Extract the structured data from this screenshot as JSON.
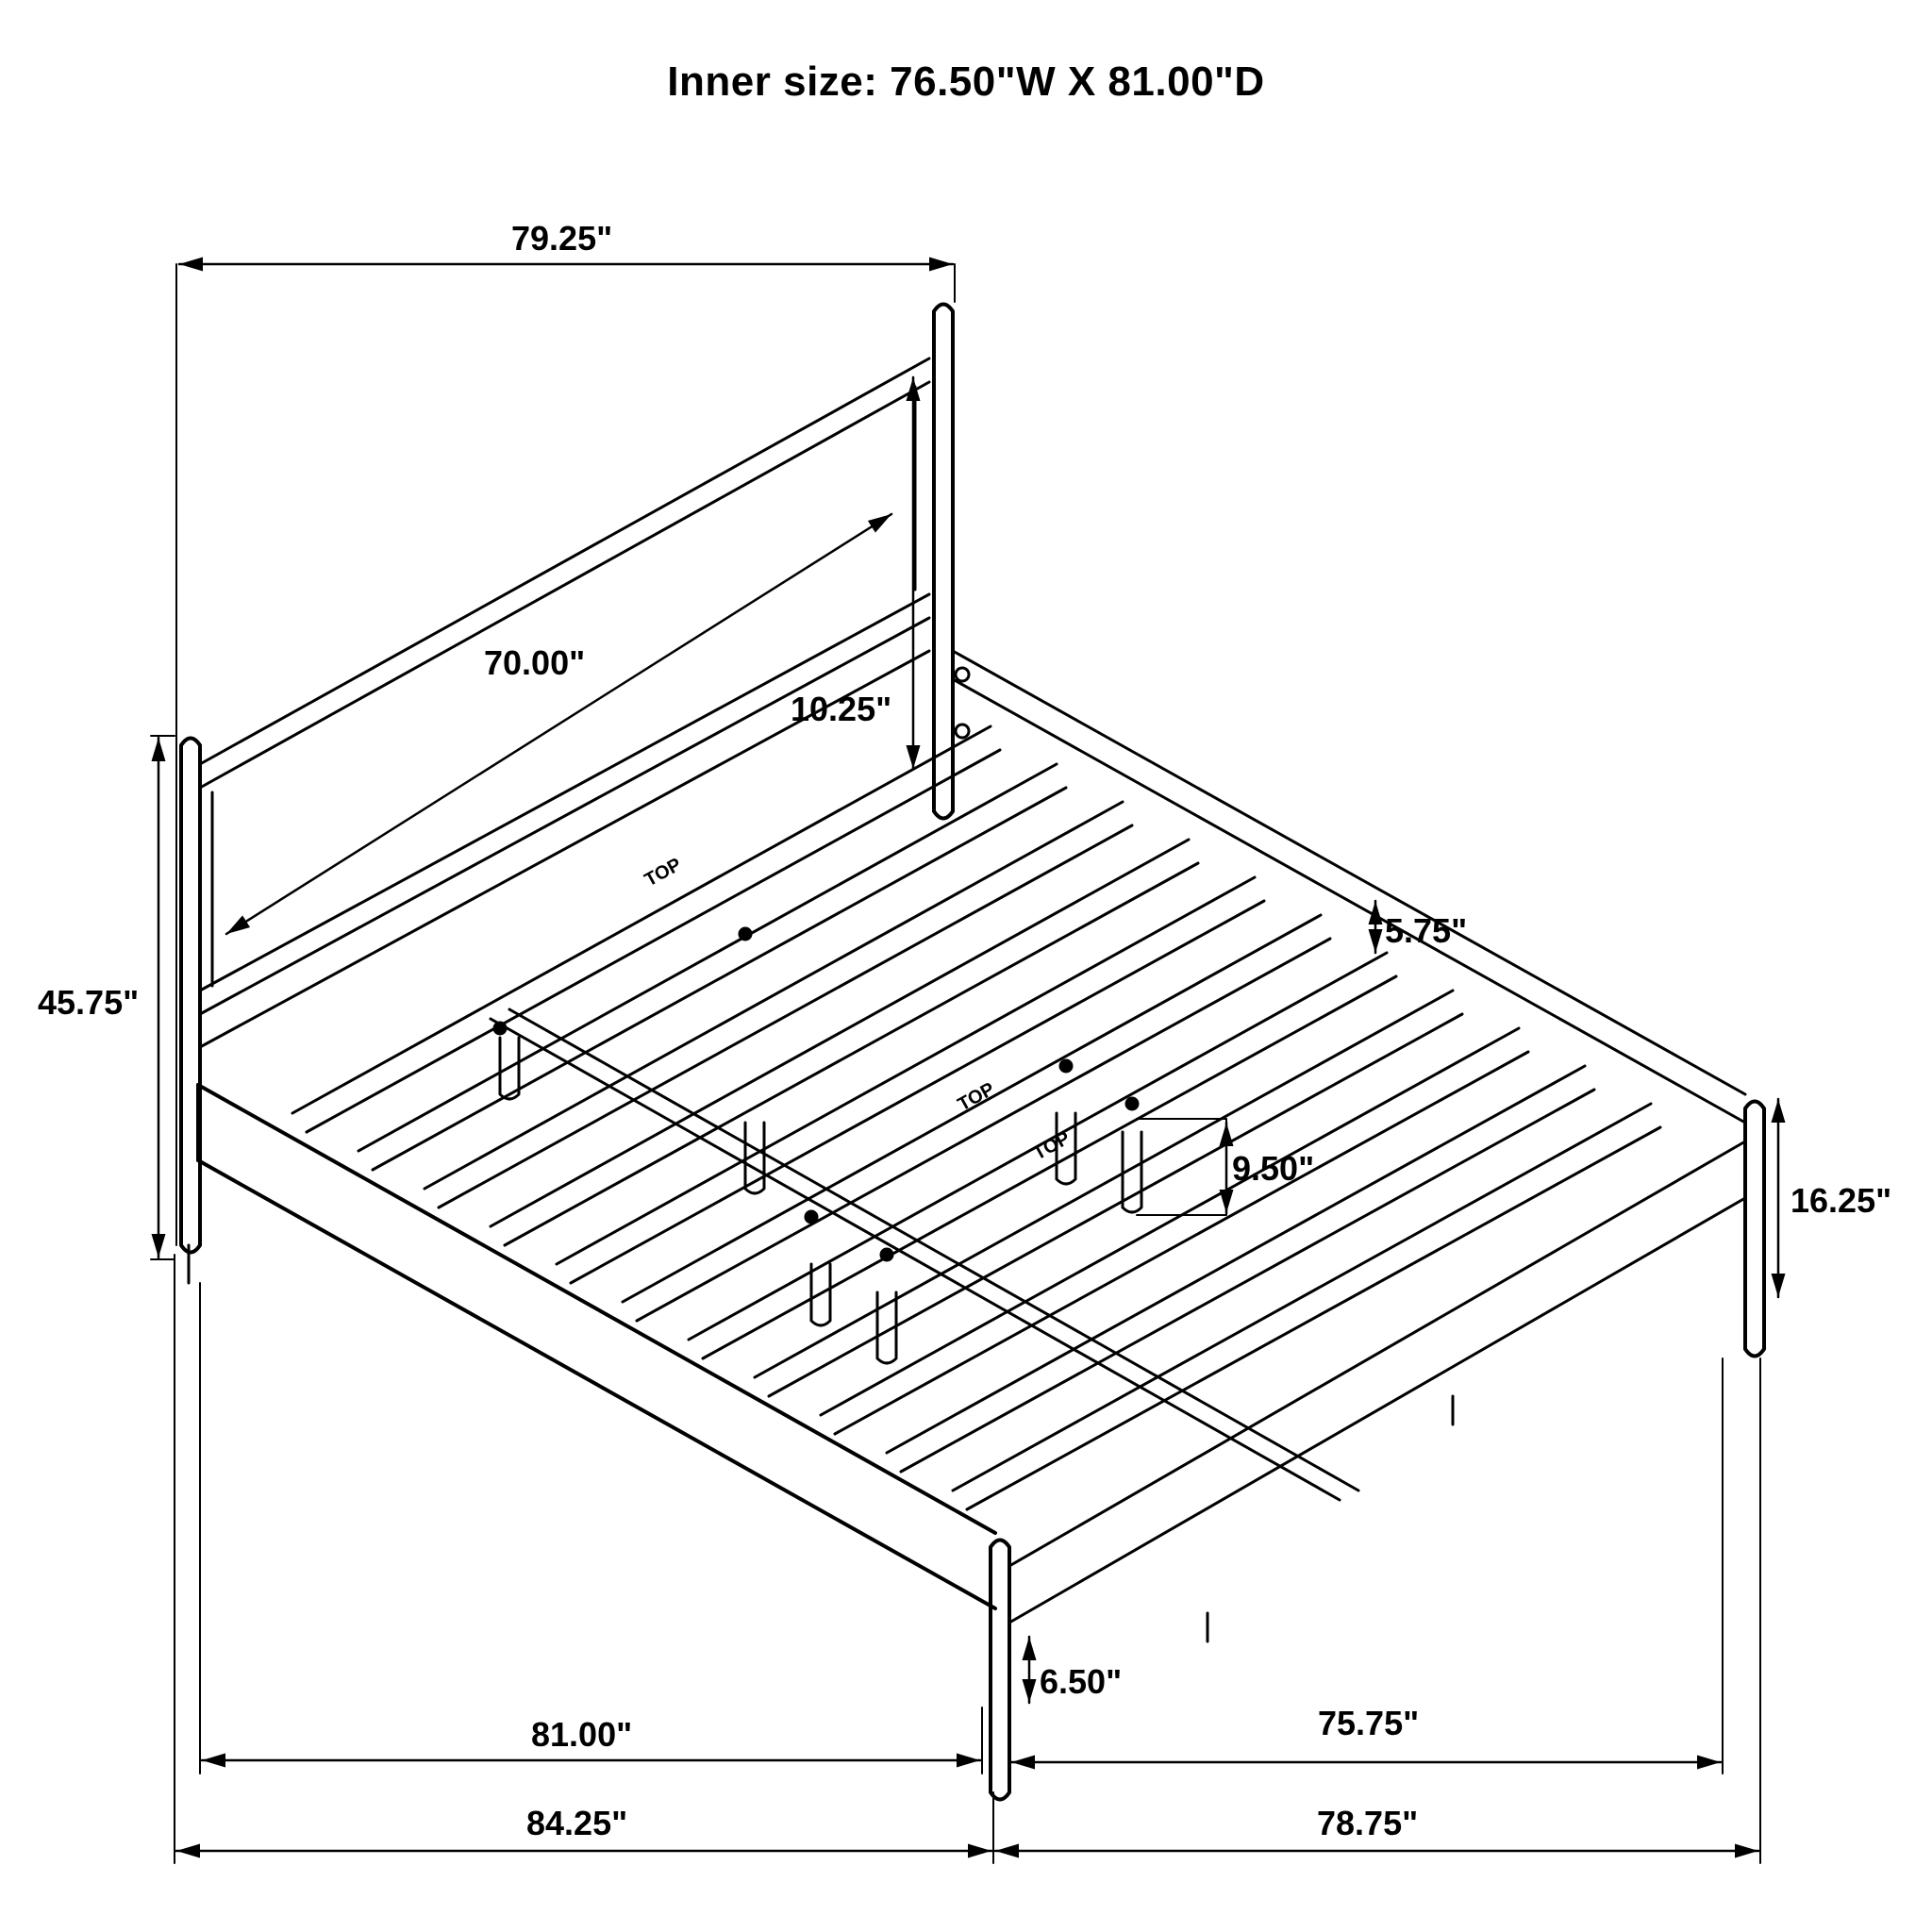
{
  "title": "Inner size: 76.50\"W X 81.00\"D",
  "colors": {
    "line": "#000000",
    "background": "#ffffff"
  },
  "dimensions": {
    "headboard_width": "79.25\"",
    "headboard_panel_length": "70.00\"",
    "headboard_panel_height": "10.25\"",
    "side_rail_height": "5.75\"",
    "overall_height": "45.75\"",
    "footboard_height": "16.25\"",
    "slat_spacing": "9.50\"",
    "ground_clearance": "6.50\"",
    "inner_length": "81.00\"",
    "inner_width": "75.75\"",
    "overall_length": "84.25\"",
    "overall_width": "78.75\""
  },
  "labels": {
    "top_marker_1": "TOP",
    "top_marker_2": "TOP",
    "top_marker_3": "TOP"
  }
}
